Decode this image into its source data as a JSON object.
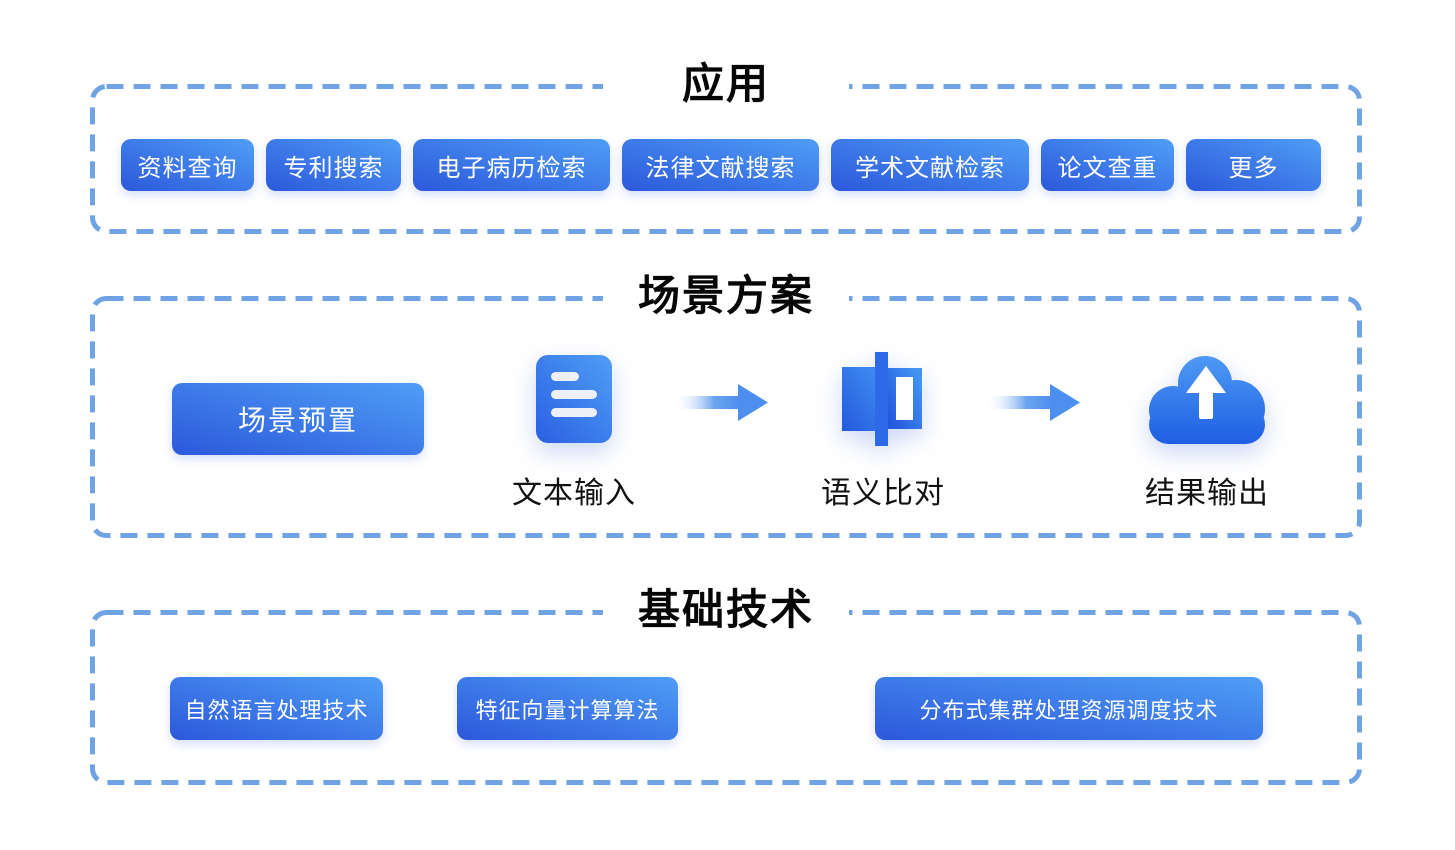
{
  "colors": {
    "background": "#ffffff",
    "dashed_border": "#6fa3e3",
    "button_gradient_light": "#4f9ef6",
    "button_gradient_dark": "#2c58db",
    "arrow_blue": "#4c8fee",
    "title_text": "#060606",
    "button_text": "#ffffff",
    "flow_label_text": "#121212"
  },
  "sections": {
    "app": {
      "title": "应用",
      "buttons": [
        "资料查询",
        "专利搜索",
        "电子病历检索",
        "法律文献搜索",
        "学术文献检索",
        "论文查重",
        "更多"
      ]
    },
    "scene": {
      "title": "场景方案",
      "preset_button": "场景预置",
      "flow": [
        {
          "icon": "document-text-icon",
          "label": "文本输入"
        },
        {
          "icon": "semantic-compare-icon",
          "label": "语义比对"
        },
        {
          "icon": "cloud-upload-icon",
          "label": "结果输出"
        }
      ],
      "arrow_icon": "arrow-right-icon"
    },
    "tech": {
      "title": "基础技术",
      "buttons": [
        "自然语言处理技术",
        "特征向量计算算法",
        "分布式集群处理资源调度技术"
      ]
    }
  }
}
